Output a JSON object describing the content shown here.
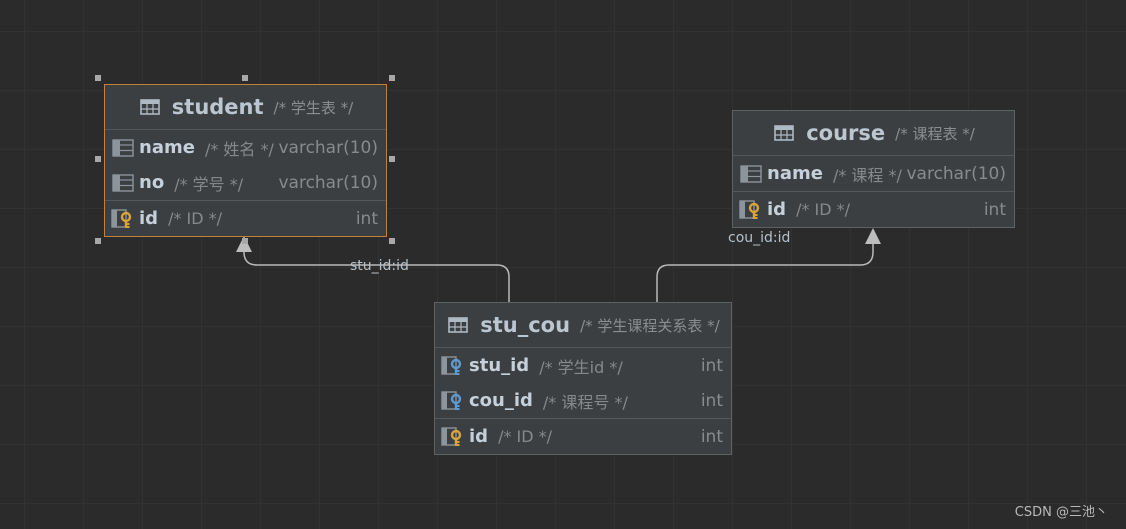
{
  "tables": {
    "student": {
      "name": "student",
      "comment": "/* 学生表 */",
      "columns": [
        {
          "name": "name",
          "comment": "/* 姓名 */",
          "type": "varchar(10)",
          "icon": "column-icon"
        },
        {
          "name": "no",
          "comment": "/* 学号 */",
          "type": "varchar(10)",
          "icon": "column-icon"
        },
        {
          "name": "id",
          "comment": "/* ID */",
          "type": "int",
          "icon": "primary-key-icon"
        }
      ]
    },
    "course": {
      "name": "course",
      "comment": "/* 课程表 */",
      "columns": [
        {
          "name": "name",
          "comment": "/* 课程 */",
          "type": "varchar(10)",
          "icon": "column-icon"
        },
        {
          "name": "id",
          "comment": "/* ID */",
          "type": "int",
          "icon": "primary-key-icon"
        }
      ]
    },
    "stu_cou": {
      "name": "stu_cou",
      "comment": "/* 学生课程关系表 */",
      "columns": [
        {
          "name": "stu_id",
          "comment": "/* 学生id */",
          "type": "int",
          "icon": "foreign-key-icon"
        },
        {
          "name": "cou_id",
          "comment": "/* 课程号 */",
          "type": "int",
          "icon": "foreign-key-icon"
        },
        {
          "name": "id",
          "comment": "/* ID */",
          "type": "int",
          "icon": "primary-key-icon"
        }
      ]
    }
  },
  "relations": [
    {
      "label": "stu_id:id"
    },
    {
      "label": "cou_id:id"
    }
  ],
  "watermark": "CSDN @三池丶",
  "colors": {
    "background": "#2b2b2b",
    "table_background": "#3c3f41",
    "selection_border": "#c2803a",
    "primary_key_gold": "#d9a53a",
    "foreign_key_blue": "#5b9bd5"
  }
}
